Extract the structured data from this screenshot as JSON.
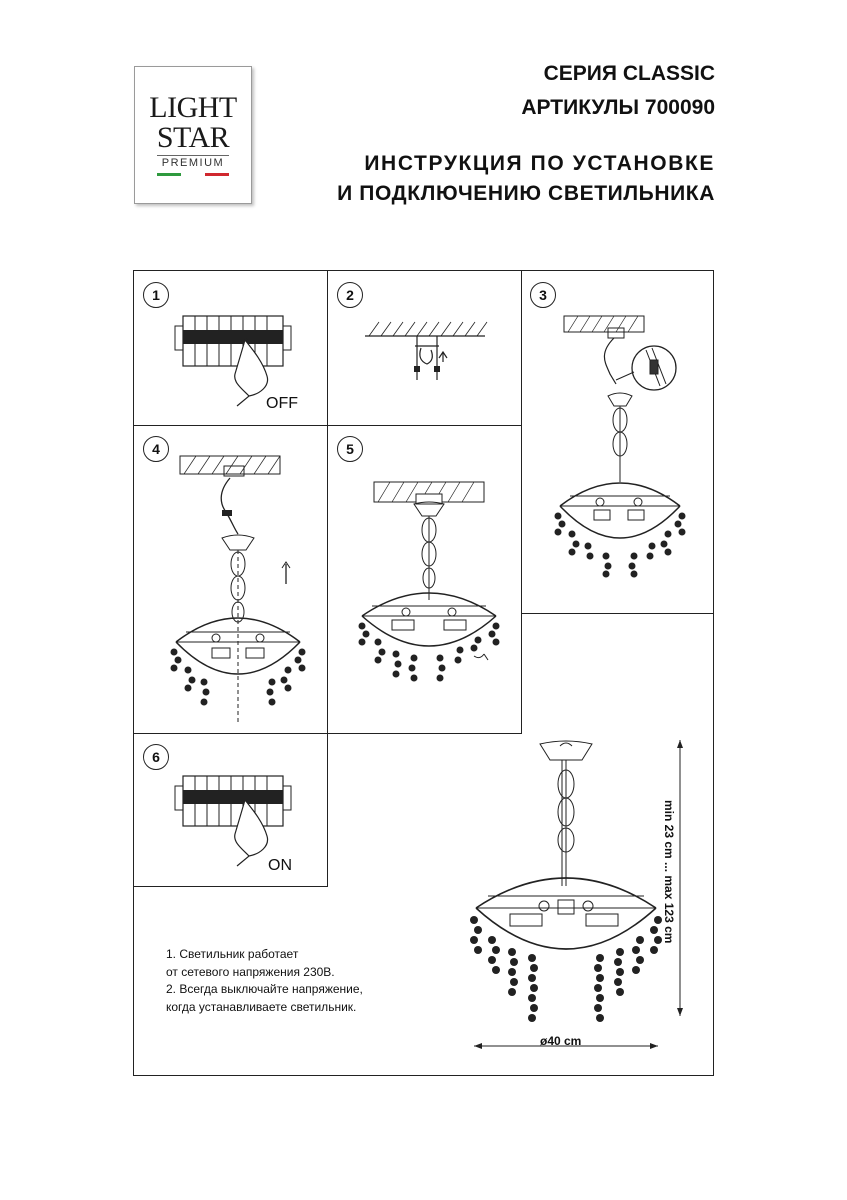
{
  "brand": {
    "line1": "LIGHT",
    "line2": "STAR",
    "line3": "PREMIUM"
  },
  "header": {
    "series": "СЕРИЯ CLASSIC",
    "articles": "АРТИКУЛЫ 700090",
    "title_line1": "ИНСТРУКЦИЯ ПО УСТАНОВКЕ",
    "title_line2": "И ПОДКЛЮЧЕНИЮ СВЕТИЛЬНИКА"
  },
  "steps": [
    {
      "number": "1",
      "label": "OFF"
    },
    {
      "number": "2"
    },
    {
      "number": "3"
    },
    {
      "number": "4"
    },
    {
      "number": "5"
    },
    {
      "number": "6",
      "label": "ON"
    }
  ],
  "notes": [
    "1. Светильник работает",
    "от сетевого напряжения 230В.",
    "2. Всегда выключайте напряжение,",
    "когда устанавливаете светильник."
  ],
  "dimensions": {
    "diameter": "ø40 cm",
    "height": "min 23 cm ... max 123 cm"
  },
  "colors": {
    "line": "#222222",
    "flag_green": "#2e9a3e",
    "flag_white": "#ffffff",
    "flag_red": "#d0282e"
  }
}
